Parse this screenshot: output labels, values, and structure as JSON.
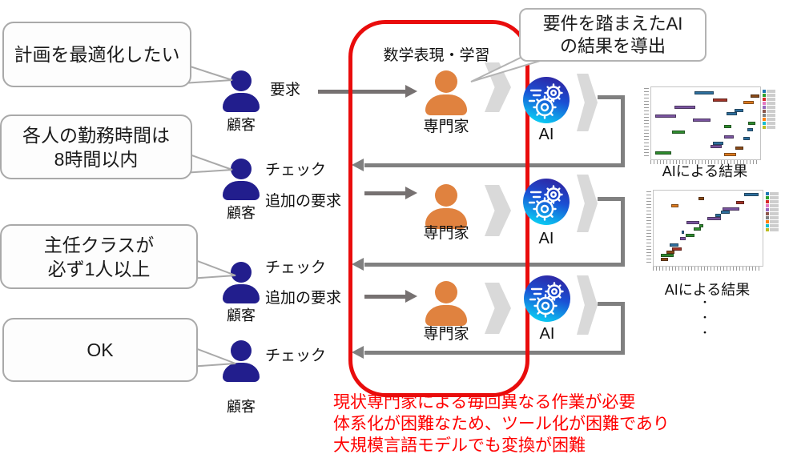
{
  "bubbles": [
    {
      "lines": [
        "計画を最適化したい"
      ]
    },
    {
      "lines": [
        "各人の勤務時間は",
        "8時間以内"
      ]
    },
    {
      "lines": [
        "主任クラスが",
        "必ず1人以上"
      ]
    },
    {
      "lines": [
        "OK"
      ]
    }
  ],
  "customer_label": "顧客",
  "expert_label": "専門家",
  "ai_label": "AI",
  "red_box_title": "数学表現・学習",
  "flow_labels": {
    "request": "要求",
    "check": "チェック",
    "additional_request": "追加の要求"
  },
  "callout": {
    "line1": "要件を踏まえたAI",
    "line2": "の結果を導出"
  },
  "result_caption": "AIによる結果",
  "ellipsis": [
    "・",
    "・",
    "・"
  ],
  "note_lines": [
    "現状専門家による毎回異なる作業が必要",
    "体系化が困難なため、ツール化が困難であり",
    "大規模言語モデルでも変換が困難"
  ],
  "icons": {
    "customer": "person-icon",
    "expert": "person-icon",
    "ai": "gears-icon"
  },
  "colors": {
    "customer": "#221e8d",
    "expert": "#e0823f",
    "red_box": "#e90c0c",
    "note_text": "#ff0000",
    "dark_arrow": "#767171",
    "gray_arrow": "#808080",
    "block_arrow": "#d9d9d9",
    "ai_gradient_top": "#2d2aa8",
    "ai_gradient_bottom": "#0bc6f2"
  },
  "chart_data": [
    {
      "type": "bar",
      "subtype": "gantt-schedule",
      "caption": "AIによる結果",
      "legend_position": "right",
      "axis_tick_labels_legible": false,
      "legend_colors": [
        "#1f77b4",
        "#2ca02c",
        "#d62728",
        "#e377c2",
        "#9467bd",
        "#8c564b",
        "#7f7f7f",
        "#ff7f0e",
        "#17becf",
        "#bcbd22"
      ],
      "bars": [
        {
          "x": 0.4,
          "y": 0.05,
          "w": 0.17,
          "color": "#2e6f9e"
        },
        {
          "x": 0.569,
          "y": 0.15,
          "w": 0.131,
          "color": "#a23327"
        },
        {
          "x": 0.915,
          "y": 0.1,
          "w": 0.077,
          "color": "#8a4a17"
        },
        {
          "x": 0.846,
          "y": 0.19,
          "w": 0.092,
          "color": "#dd7a1f"
        },
        {
          "x": 0.215,
          "y": 0.25,
          "w": 0.192,
          "color": "#7a54a0"
        },
        {
          "x": 0.762,
          "y": 0.295,
          "w": 0.085,
          "color": "#2e6f9e"
        },
        {
          "x": 0.692,
          "y": 0.34,
          "w": 0.092,
          "color": "#2e6f9e"
        },
        {
          "x": 0.038,
          "y": 0.375,
          "w": 0.192,
          "color": "#7a54a0"
        },
        {
          "x": 0.385,
          "y": 0.43,
          "w": 0.162,
          "color": "#7a54a0"
        },
        {
          "x": 0.892,
          "y": 0.48,
          "w": 0.062,
          "color": "#2e8b2e"
        },
        {
          "x": 0.669,
          "y": 0.52,
          "w": 0.069,
          "color": "#2e8b2e"
        },
        {
          "x": 0.885,
          "y": 0.57,
          "w": 0.046,
          "color": "#2e6f9e"
        },
        {
          "x": 0.192,
          "y": 0.6,
          "w": 0.115,
          "color": "#2e8b2e"
        },
        {
          "x": 0.669,
          "y": 0.67,
          "w": 0.085,
          "color": "#7a54a0"
        },
        {
          "x": 0.846,
          "y": 0.69,
          "w": 0.062,
          "color": "#2e6f9e"
        },
        {
          "x": 0.569,
          "y": 0.75,
          "w": 0.092,
          "color": "#2e6f9e"
        },
        {
          "x": 0.546,
          "y": 0.795,
          "w": 0.1,
          "color": "#7a54a0"
        },
        {
          "x": 0.769,
          "y": 0.82,
          "w": 0.077,
          "color": "#8a4a17"
        },
        {
          "x": 0.038,
          "y": 0.886,
          "w": 0.146,
          "color": "#2e8b2e"
        },
        {
          "x": 0.669,
          "y": 0.91,
          "w": 0.108,
          "color": "#dd7a1f"
        }
      ]
    },
    {
      "type": "bar",
      "subtype": "gantt-schedule",
      "caption": "AIによる結果",
      "legend_position": "right",
      "axis_tick_labels_legible": false,
      "legend_colors": [
        "#1f77b4",
        "#2ca02c",
        "#d62728",
        "#e377c2",
        "#9467bd",
        "#8c564b",
        "#7f7f7f",
        "#ff7f0e",
        "#17becf",
        "#bcbd22"
      ],
      "bars": [
        {
          "x": 0.833,
          "y": 0.033,
          "w": 0.129,
          "color": "#2e6f9e"
        },
        {
          "x": 0.409,
          "y": 0.089,
          "w": 0.053,
          "color": "#8a4a17"
        },
        {
          "x": 0.758,
          "y": 0.133,
          "w": 0.076,
          "color": "#a23327"
        },
        {
          "x": 0.159,
          "y": 0.178,
          "w": 0.068,
          "color": "#dd7a1f"
        },
        {
          "x": 0.636,
          "y": 0.222,
          "w": 0.152,
          "color": "#7a54a0"
        },
        {
          "x": 0.621,
          "y": 0.267,
          "w": 0.076,
          "color": "#2e6f9e"
        },
        {
          "x": 0.568,
          "y": 0.311,
          "w": 0.053,
          "color": "#2e6f9e"
        },
        {
          "x": 0.492,
          "y": 0.356,
          "w": 0.129,
          "color": "#7a54a0"
        },
        {
          "x": 0.303,
          "y": 0.4,
          "w": 0.114,
          "color": "#7a54a0"
        },
        {
          "x": 0.417,
          "y": 0.444,
          "w": 0.038,
          "color": "#2e8b2e"
        },
        {
          "x": 0.371,
          "y": 0.489,
          "w": 0.061,
          "color": "#2e8b2e"
        },
        {
          "x": 0.258,
          "y": 0.533,
          "w": 0.023,
          "color": "#2e6f9e"
        },
        {
          "x": 0.295,
          "y": 0.578,
          "w": 0.083,
          "color": "#2e8b2e"
        },
        {
          "x": 0.242,
          "y": 0.622,
          "w": 0.053,
          "color": "#7a54a0"
        },
        {
          "x": 0.144,
          "y": 0.7,
          "w": 0.083,
          "color": "#2e6f9e"
        },
        {
          "x": 0.167,
          "y": 0.756,
          "w": 0.091,
          "color": "#a23327"
        },
        {
          "x": 0.114,
          "y": 0.8,
          "w": 0.076,
          "color": "#8a4a17"
        },
        {
          "x": 0.068,
          "y": 0.844,
          "w": 0.114,
          "color": "#2e8b2e"
        },
        {
          "x": 0.068,
          "y": 0.889,
          "w": 0.068,
          "color": "#8a4a17"
        }
      ]
    }
  ]
}
